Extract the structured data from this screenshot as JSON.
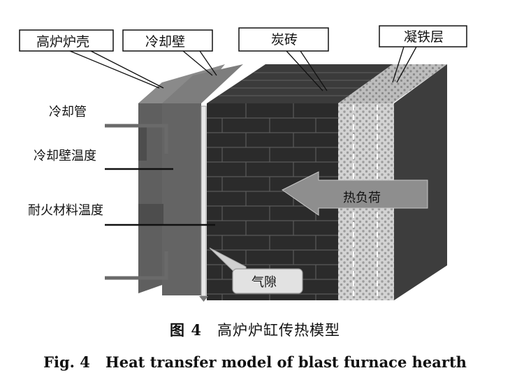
{
  "labels": {
    "shell": "高炉炉壳",
    "stave": "冷却壁",
    "carbon_brick": "炭砖",
    "iron_layer": "凝铁层",
    "cooling_pipe": "冷却管",
    "stave_temp": "冷却壁温度",
    "refractory_temp": "耐火材料温度",
    "heat_load": "热负荷",
    "gap": "气隙"
  },
  "caption": {
    "cn_number": "图 4",
    "cn_title": "高炉炉缸传热模型",
    "en_number": "Fig. 4",
    "en_title": "Heat transfer model of blast furnace hearth"
  },
  "colors": {
    "shell": "#6f6f6f",
    "stave": "#575757",
    "brick_face": "#2a2a2a",
    "brick_top": "#3d3d3d",
    "iron_layer": "#cfcfcf",
    "arrow": "#8e8e8e",
    "gap_line": "#e6e6e6"
  }
}
